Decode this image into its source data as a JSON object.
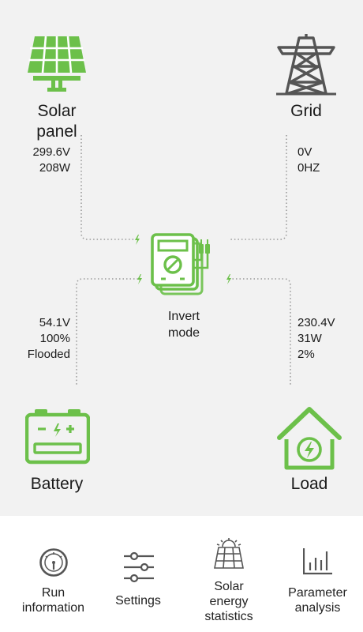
{
  "solar": {
    "label_line1": "Solar",
    "label_line2": "panel",
    "voltage": "299.6V",
    "power": "208W"
  },
  "grid": {
    "label": "Grid",
    "voltage": "0V",
    "frequency": "0HZ"
  },
  "inverter": {
    "label_line1": "Invert",
    "label_line2": "mode"
  },
  "battery": {
    "label": "Battery",
    "voltage": "54.1V",
    "percent": "100%",
    "type": "Flooded"
  },
  "load": {
    "label": "Load",
    "voltage": "230.4V",
    "power": "31W",
    "percent": "2%"
  },
  "nav": {
    "run_info": {
      "line1": "Run",
      "line2": "information"
    },
    "settings": {
      "line1": "Settings"
    },
    "solar_stats": {
      "line1": "Solar",
      "line2": "energy",
      "line3": "statistics"
    },
    "param": {
      "line1": "Parameter",
      "line2": "analysis"
    }
  },
  "colors": {
    "accent": "#6cc04a",
    "icon_gray": "#555555",
    "background": "#f2f2f2"
  }
}
